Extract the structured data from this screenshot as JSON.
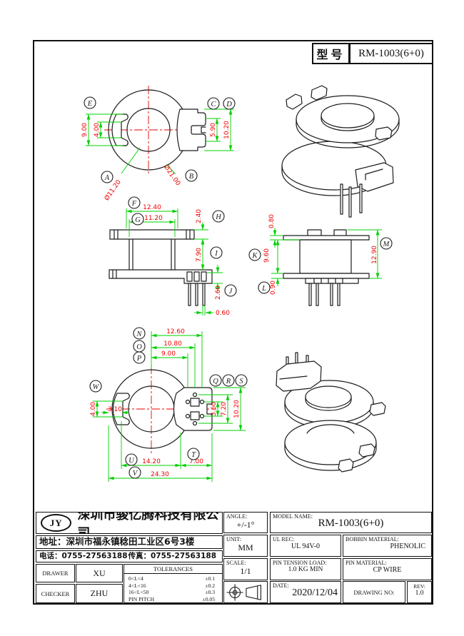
{
  "title_box": {
    "label": "型号",
    "value": "RM-1003(6+0)"
  },
  "balloons": {
    "a": "A",
    "b": "B",
    "c": "C",
    "d": "D",
    "e": "E",
    "f": "F",
    "g": "G",
    "h": "H",
    "i": "I",
    "j": "J",
    "k": "K",
    "l": "L",
    "m": "M",
    "n": "N",
    "o": "O",
    "p": "P",
    "q": "Q",
    "r": "R",
    "s": "S",
    "t": "T",
    "u": "U",
    "v": "V",
    "w": "W"
  },
  "views": {
    "top_plan": {
      "dims": {
        "d900": "9.00",
        "d400": "4.00",
        "d590": "5.90",
        "d1020": "10.20",
        "dia1120": "Ø11.20",
        "dia2100": "Ø21.00"
      }
    },
    "front": {
      "dims": {
        "d1240": "12.40",
        "d1120": "11.20",
        "d240": "2.40",
        "d790": "7.90",
        "d260": "2.60",
        "d060": "0.60"
      }
    },
    "side": {
      "dims": {
        "d080": "0.80",
        "d960": "9.60",
        "d090": "0.90",
        "d1290": "12.90"
      }
    },
    "bottom_plan": {
      "dims": {
        "d1260": "12.60",
        "d1080": "10.80",
        "d900": "9.00",
        "d400": "4.00",
        "d310": "3.10",
        "d360": "3.60",
        "d720": "7.20",
        "d1020": "10.20",
        "d1420": "14.20",
        "d700": "7.00",
        "d2430": "24.30"
      }
    }
  },
  "title_block": {
    "company": {
      "logo": "JY",
      "name": "深圳市骏亿腾科技有限公司",
      "address": "地址：深圳市福永镇稔田工业区6号3楼",
      "phone": "电话：0755-27563188",
      "fax": "传真：0755-27563188"
    },
    "drawer": {
      "label": "DRAWER",
      "value": "XU"
    },
    "checker": {
      "label": "CHECKER",
      "value": "ZHU"
    },
    "tolerances": {
      "title": "TOLERANCES",
      "rows": [
        {
          "range": "0<L<4",
          "tol": "±0.1"
        },
        {
          "range": "4<L<16",
          "tol": "±0.2"
        },
        {
          "range": "16<L<50",
          "tol": "±0.3"
        },
        {
          "range": "PIN PITCH",
          "tol": "±0.05"
        }
      ]
    },
    "angle": {
      "label": "ANGLE:",
      "value": "+/-1°"
    },
    "unit": {
      "label": "UNIT:",
      "value": "MM"
    },
    "scale": {
      "label": "SCALE:",
      "value": "1/1"
    },
    "model": {
      "label": "MODEL NAME:",
      "value": "RM-1003(6+0)"
    },
    "ul_rec": {
      "label": "UL REC:",
      "value": "UL 94V-0"
    },
    "pin_tension": {
      "label": "PIN TENSION LOAD:",
      "value": "1.0 KG MIN"
    },
    "bobbin_material": {
      "label": "BOBBIN MATERIAL:",
      "value": "PHENOLIC"
    },
    "pin_material": {
      "label": "PIN MATERIAL:",
      "value": "CP WIRE"
    },
    "date": {
      "label": "DATE:",
      "value": "2020/12/04"
    },
    "drawing_no": {
      "label": "DRAWING NO:",
      "value": ""
    },
    "rev": {
      "label": "REV:",
      "value": "1.0"
    }
  }
}
